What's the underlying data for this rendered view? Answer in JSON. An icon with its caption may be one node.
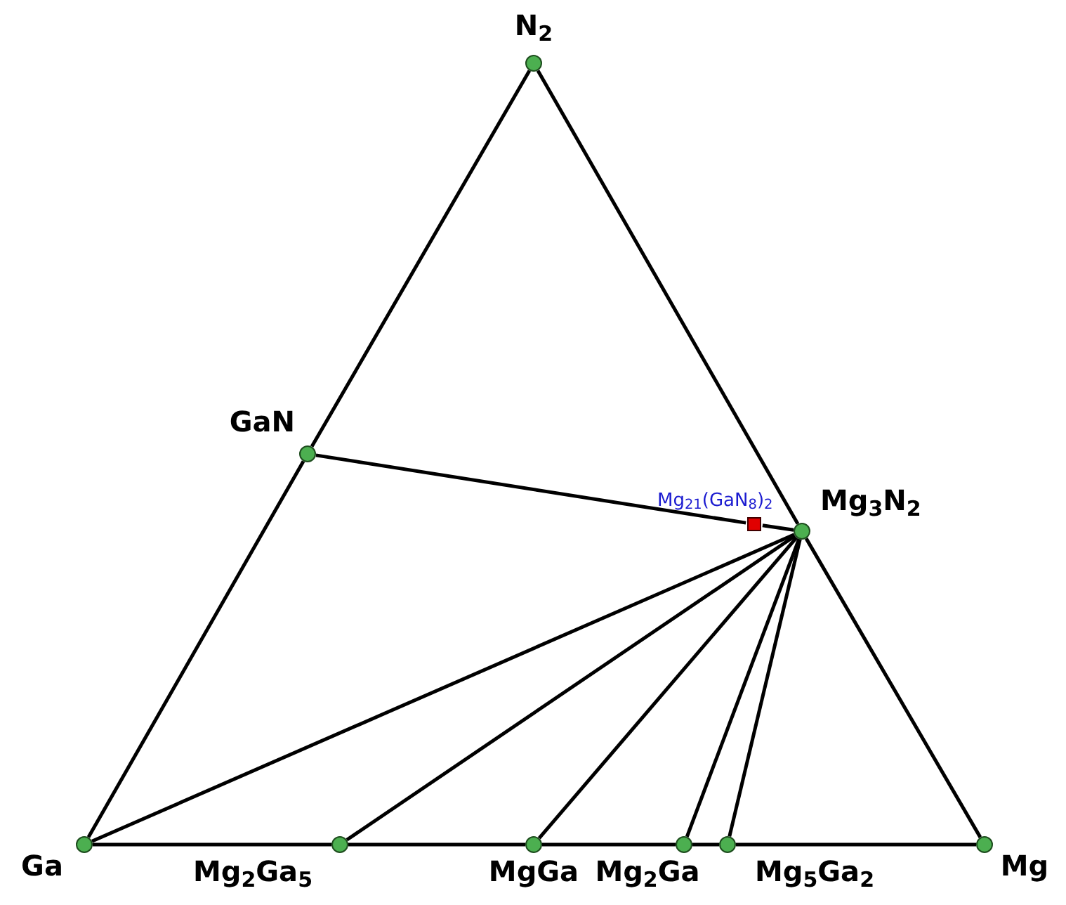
{
  "diagram": {
    "nodes": [
      {
        "text": [],
        "shape": "circle",
        "beside": [
          "N$_{2}$"
        ]
      },
      {
        "text": [],
        "shape": "circle",
        "beside": [
          "GaN"
        ]
      },
      {
        "text": [],
        "shape": "circle",
        "beside": [
          "Mg$_{3}$N$_{2}$"
        ]
      },
      {
        "text": [],
        "shape": "box",
        "beside": [
          "Mg$_{21}$(GaN$_{8}$)$_{2}$"
        ]
      },
      {
        "text": [],
        "shape": "circle",
        "beside": [
          "Ga"
        ]
      },
      {
        "text": [],
        "shape": "circle",
        "beside": [
          "Mg$_{2}$Ga$_{5}$"
        ]
      },
      {
        "text": [],
        "shape": "circle",
        "beside": [
          "MgGa"
        ]
      },
      {
        "text": [],
        "shape": "circle",
        "beside": [
          "Mg$_{2}$Ga"
        ]
      },
      {
        "text": [],
        "shape": "circle",
        "beside": [
          "Mg$_{5}$Ga$_{2}$"
        ]
      },
      {
        "text": [],
        "shape": "circle",
        "beside": [
          "Mg"
        ]
      }
    ],
    "edges": [
      {
        "from": 0,
        "to": 1,
        "arrow": "none"
      },
      {
        "from": 1,
        "to": 4,
        "arrow": "none"
      },
      {
        "from": 0,
        "to": 2,
        "arrow": "none"
      },
      {
        "from": 2,
        "to": 9,
        "arrow": "none"
      },
      {
        "from": 4,
        "to": 5,
        "arrow": "none"
      },
      {
        "from": 5,
        "to": 6,
        "arrow": "none"
      },
      {
        "from": 6,
        "to": 7,
        "arrow": "none"
      },
      {
        "from": 7,
        "to": 8,
        "arrow": "none"
      },
      {
        "from": 8,
        "to": 9,
        "arrow": "none"
      },
      {
        "from": 1,
        "to": 3,
        "arrow": "none"
      },
      {
        "from": 3,
        "to": 2,
        "arrow": "none"
      },
      {
        "from": 2,
        "to": 4,
        "arrow": "none"
      },
      {
        "from": 2,
        "to": 5,
        "arrow": "none"
      },
      {
        "from": 2,
        "to": 6,
        "arrow": "none"
      },
      {
        "from": 2,
        "to": 7,
        "arrow": "none"
      },
      {
        "from": 2,
        "to": 8,
        "arrow": "none"
      }
    ]
  }
}
